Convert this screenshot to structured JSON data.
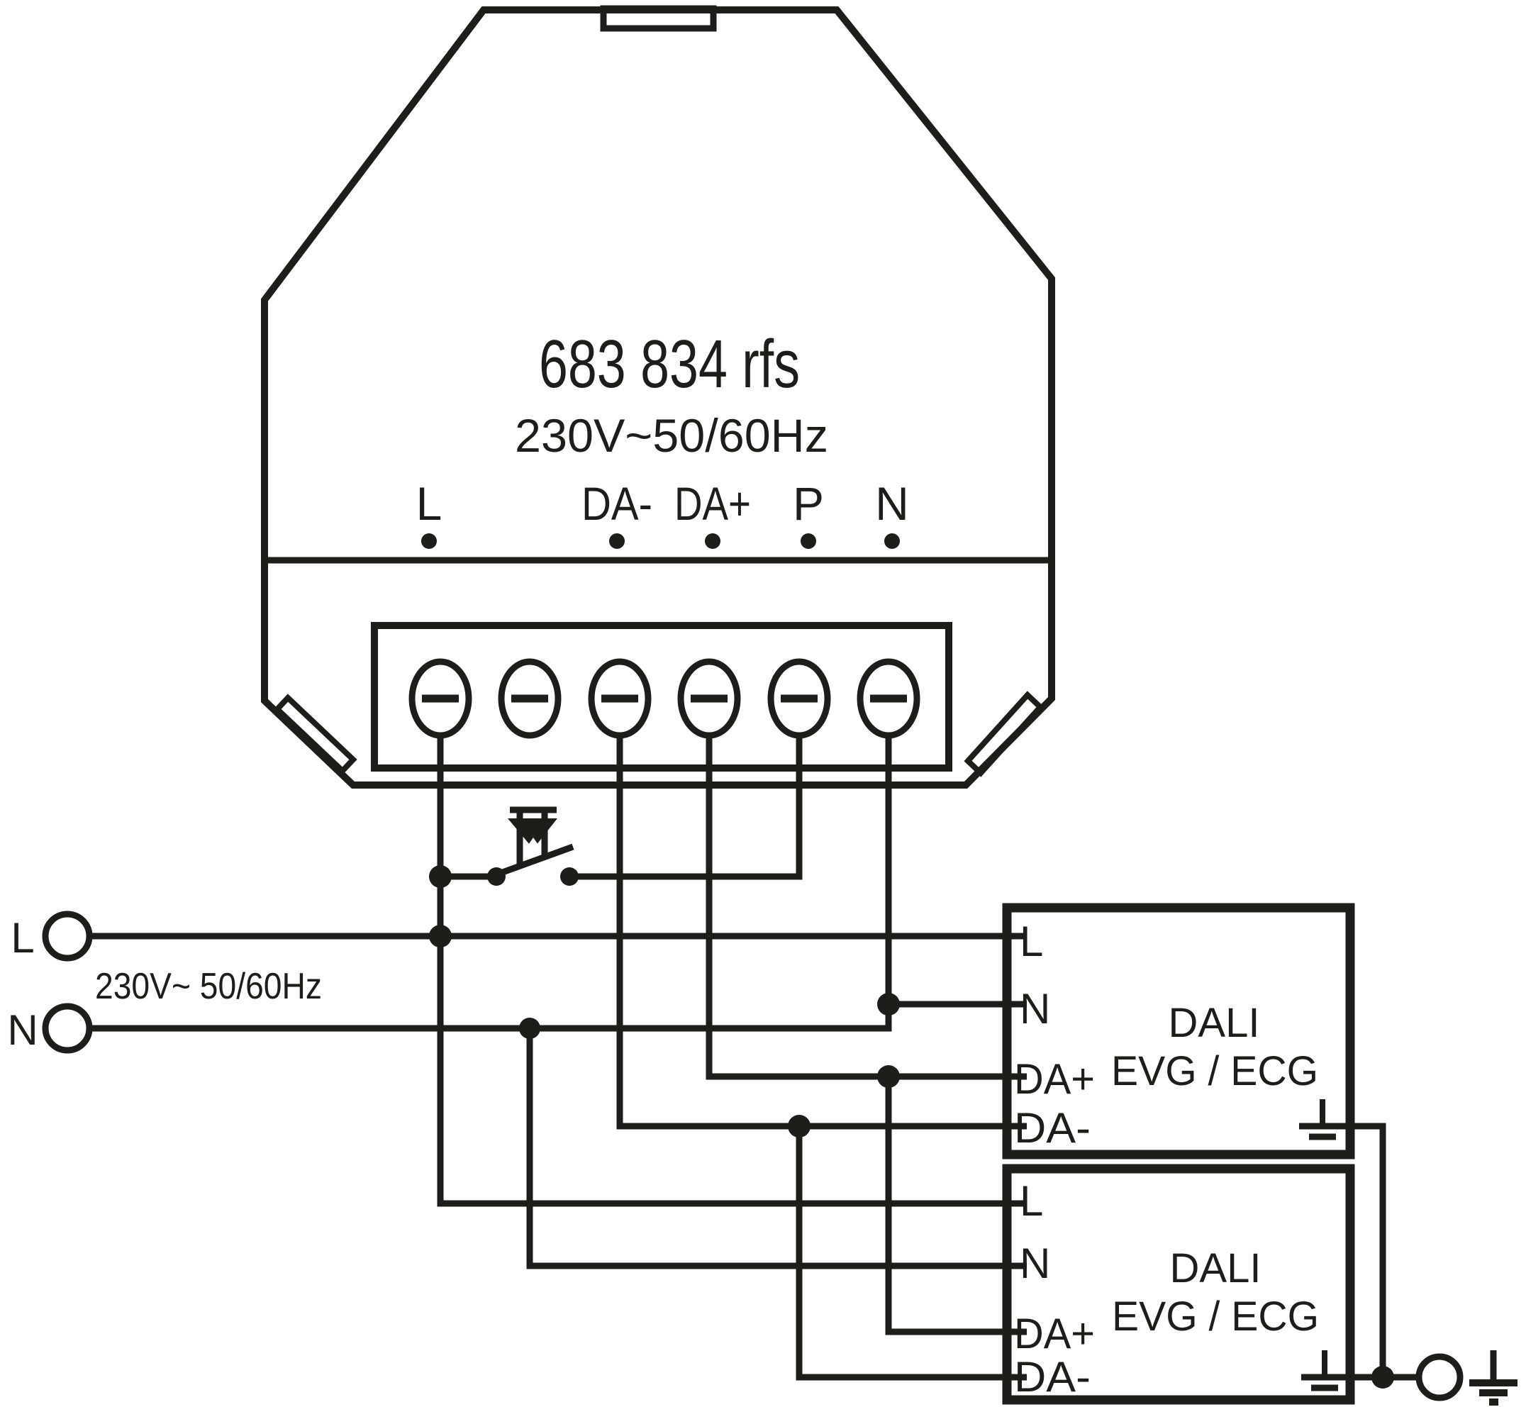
{
  "colors": {
    "ink": "#1d1d1b",
    "background": "#ffffff"
  },
  "device": {
    "title": "683 834 rfs",
    "subtitle": "230V~50/60Hz",
    "terminals": [
      "L",
      "DA-",
      "DA+",
      "P",
      "N"
    ]
  },
  "supply": {
    "line_label": "L",
    "neutral_label": "N",
    "rating": "230V~ 50/60Hz"
  },
  "ballasts": [
    {
      "terminals": [
        "L",
        "N",
        "DA+",
        "DA-"
      ],
      "type": "DALI",
      "kind": "EVG / ECG"
    },
    {
      "terminals": [
        "L",
        "N",
        "DA+",
        "DA-"
      ],
      "type": "DALI",
      "kind": "EVG / ECG"
    }
  ]
}
